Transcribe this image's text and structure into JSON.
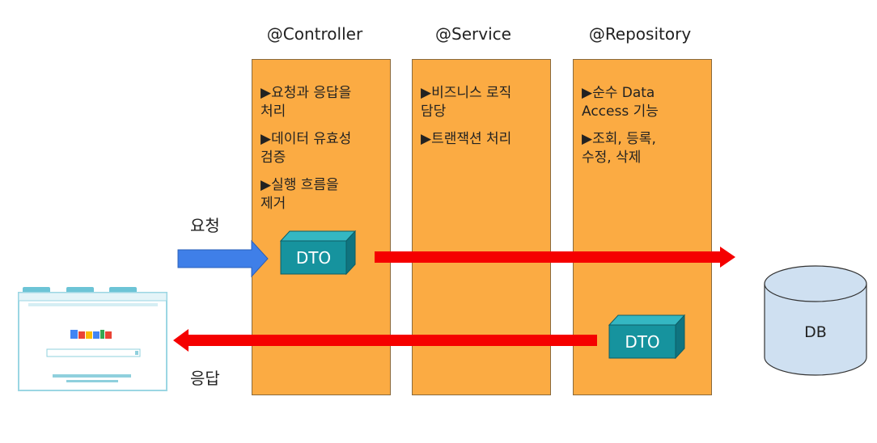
{
  "columns": [
    {
      "title": "@Controller",
      "bullets": [
        "▶요청과 응답을\n처리",
        "▶데이터 유효성\n검증",
        "▶실행 흐름을\n제거"
      ]
    },
    {
      "title": "@Service",
      "bullets": [
        "▶비즈니스 로직\n담당",
        "▶트랜잭션 처리"
      ]
    },
    {
      "title": "@Repository",
      "bullets": [
        "▶순수 Data\nAccess 기능",
        "▶조회, 등록,\n수정, 삭제"
      ]
    }
  ],
  "labels": {
    "request": "요청",
    "response": "응답"
  },
  "dto": {
    "top": "DTO",
    "bottom": "DTO"
  },
  "db": {
    "label": "DB"
  },
  "browser": {
    "logo": "Google"
  },
  "colors": {
    "column": "#fbab43",
    "dto_front": "#16939e",
    "arrow_red": "#f50000",
    "arrow_blue": "#3f7fe8",
    "db": "#cfe0f1"
  }
}
